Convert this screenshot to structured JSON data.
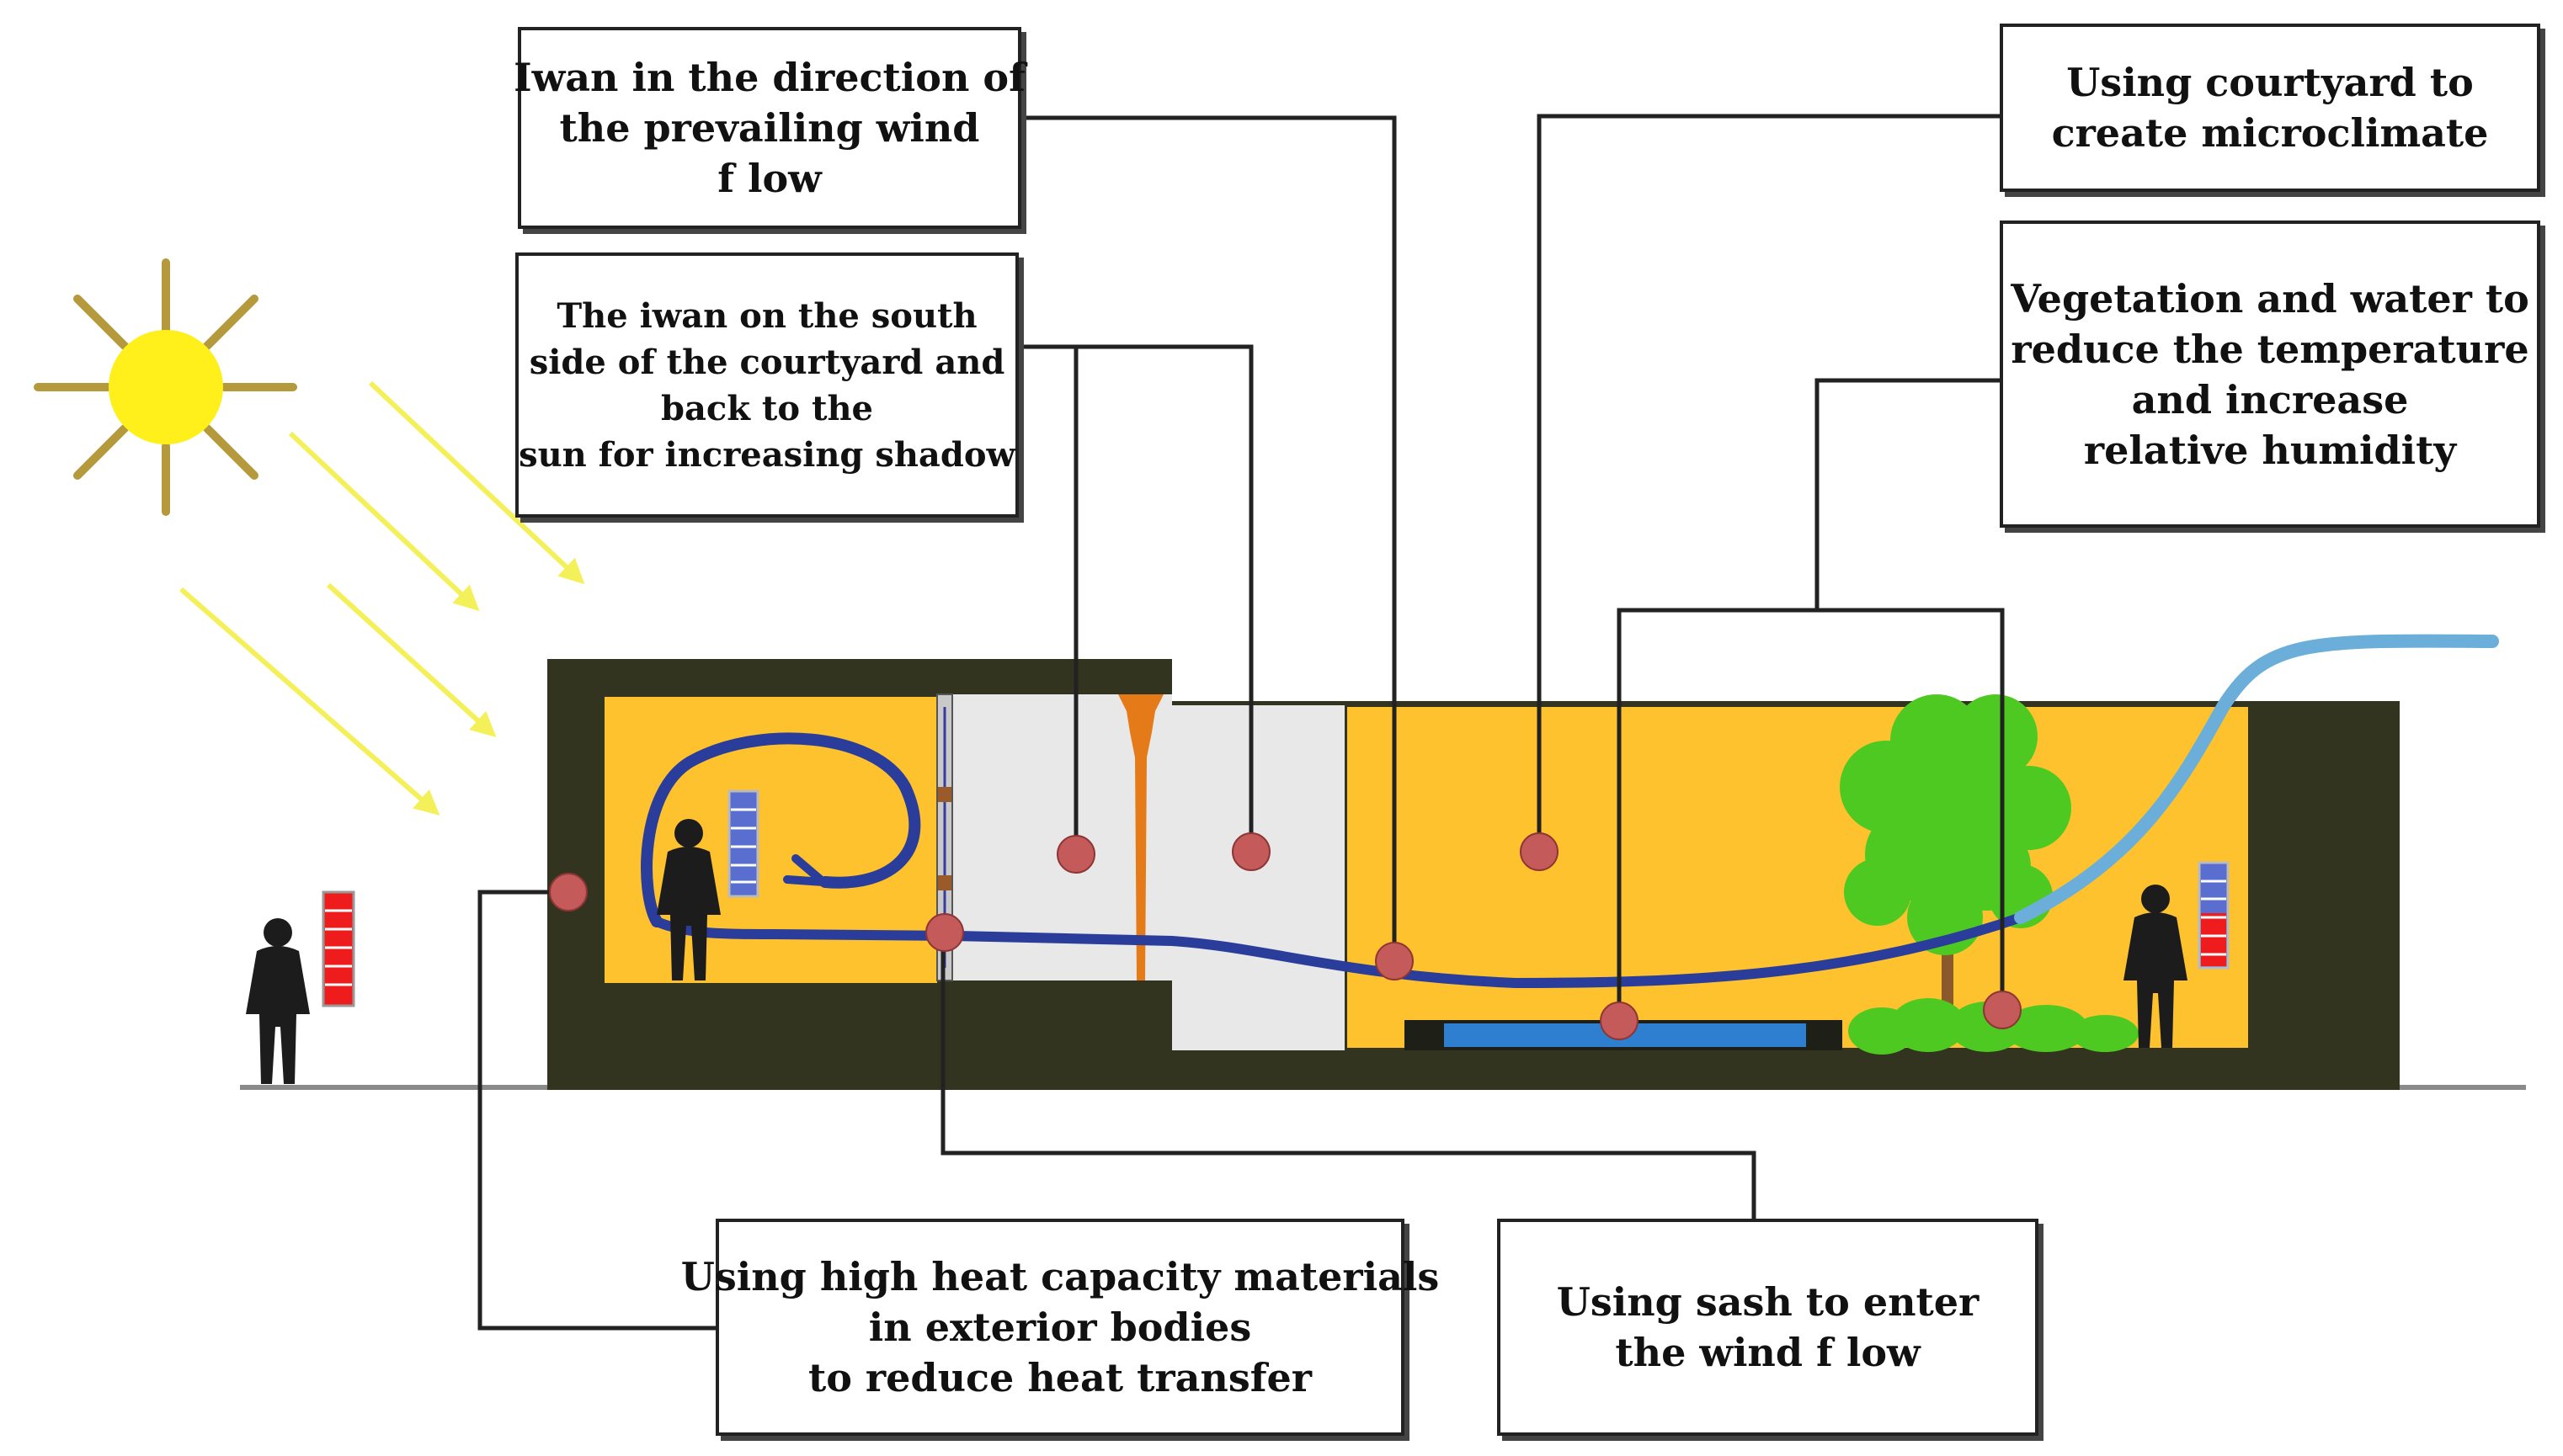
{
  "diagram": {
    "colors": {
      "wall": "#33341f",
      "interior": "#fdc22e",
      "iwan": "#e8e8e8",
      "sun": "#ffef1a",
      "sun_rays": "#b49a3c",
      "sun_beams": "#f4f05a",
      "wind_path": "#2a3d9a",
      "wind_outflow": "#6aaed9",
      "pool": "#2f7fd0",
      "tree": "#4ec921",
      "marker": "#c45a5a",
      "column": "#e57b18",
      "person": "#1c1c1c",
      "thermometer_red": "#ee1c1c",
      "thermometer_blue": "#5a6ed0"
    },
    "icons": [
      "sun-icon",
      "person-icon",
      "thermometer-icon",
      "tree-icon",
      "wind-flow-icon"
    ],
    "callouts": {
      "iwan_wind": {
        "lines": [
          "Iwan in the direction of",
          "the prevailing wind",
          "f low"
        ]
      },
      "iwan_south": {
        "lines": [
          "The iwan on the south",
          "side of the courtyard and",
          "back to the",
          "sun for increasing shadow"
        ]
      },
      "courtyard": {
        "lines": [
          "Using courtyard to",
          "create microclimate"
        ]
      },
      "vegetation": {
        "lines": [
          "Vegetation and water to",
          "reduce the temperature",
          "and increase",
          "relative humidity"
        ]
      },
      "heat_capacity": {
        "lines": [
          "Using high heat capacity materials",
          "in exterior bodies",
          "to reduce heat transfer"
        ]
      },
      "sash": {
        "lines": [
          "Using sash to enter",
          "the wind  f low"
        ]
      }
    }
  }
}
